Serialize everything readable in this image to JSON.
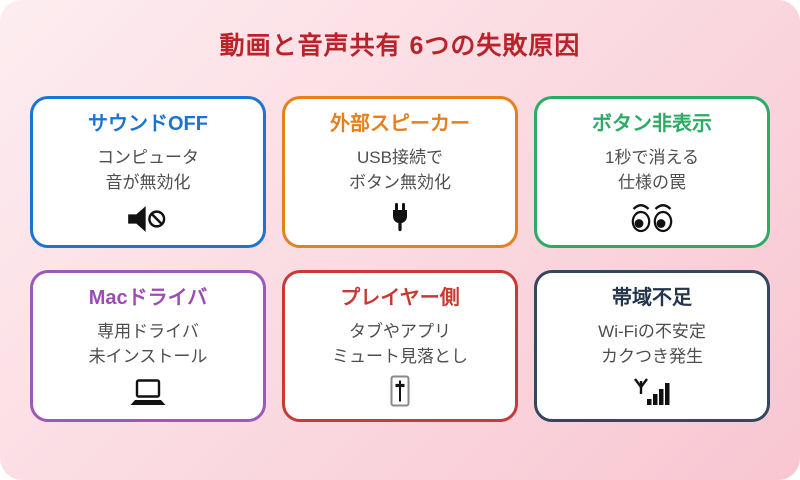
{
  "page": {
    "title": "動画と音声共有 6つの失敗原因",
    "title_color": "#b9232a",
    "background_gradient": [
      "#fdedf0",
      "#f8c6d1"
    ]
  },
  "cards": [
    {
      "title": "サウンドOFF",
      "line1": "コンピュータ",
      "line2": "音が無効化",
      "accent_color": "#1b74d1",
      "title_color": "#1b74d1",
      "icon": "muted-speaker-icon"
    },
    {
      "title": "外部スピーカー",
      "line1": "USB接続で",
      "line2": "ボタン無効化",
      "accent_color": "#e5801f",
      "title_color": "#e5801f",
      "icon": "plug-icon"
    },
    {
      "title": "ボタン非表示",
      "line1": "1秒で消える",
      "line2": "仕様の罠",
      "accent_color": "#2bab63",
      "title_color": "#2bab63",
      "icon": "eyes-icon"
    },
    {
      "title": "Macドライバ",
      "line1": "専用ドライバ",
      "line2": "未インストール",
      "accent_color": "#9c59b8",
      "title_color": "#9c4db4",
      "icon": "laptop-icon"
    },
    {
      "title": "プレイヤー側",
      "line1": "タブやアプリ",
      "line2": "ミュート見落とし",
      "accent_color": "#c43c33",
      "title_color": "#c43c33",
      "icon": "level-slider-icon"
    },
    {
      "title": "帯域不足",
      "line1": "Wi-Fiの不安定",
      "line2": "カクつき発生",
      "accent_color": "#33475f",
      "title_color": "#24344c",
      "icon": "antenna-bars-icon"
    }
  ]
}
